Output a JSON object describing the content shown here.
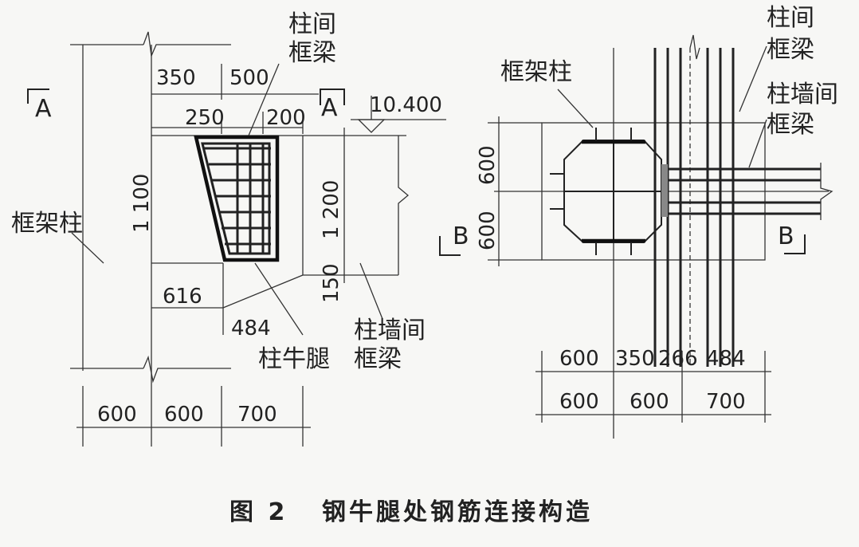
{
  "left_view": {
    "section_marker_left": "A",
    "section_marker_right": "A",
    "elevation": "10.400",
    "label_frame_column": "框架柱",
    "label_beam_top_line1": "柱间",
    "label_beam_top_line2": "框梁",
    "label_wall_beam_line1": "柱墙间",
    "label_wall_beam_line2": "框梁",
    "label_corbel": "柱牛腿",
    "dims": {
      "d350": "350",
      "d500": "500",
      "d250": "250",
      "d200": "200",
      "d1100": "1 100",
      "d1200": "1 200",
      "d150": "150",
      "d616": "616",
      "d484": "484",
      "b600a": "600",
      "b600b": "600",
      "b700": "700"
    }
  },
  "right_view": {
    "section_marker_left": "B",
    "section_marker_right": "B",
    "label_frame_column": "框架柱",
    "label_beam_top_line1": "柱间",
    "label_beam_top_line2": "框梁",
    "label_wall_beam_line1": "柱墙间",
    "label_wall_beam_line2": "框梁",
    "dims": {
      "v600a": "600",
      "v600b": "600",
      "t600": "600",
      "t350": "350",
      "t266": "266",
      "t484": "484",
      "b600a": "600",
      "b600b": "600",
      "b700": "700"
    }
  },
  "caption": {
    "figure_no": "图 2",
    "title": "钢牛腿处钢筋连接构造"
  }
}
